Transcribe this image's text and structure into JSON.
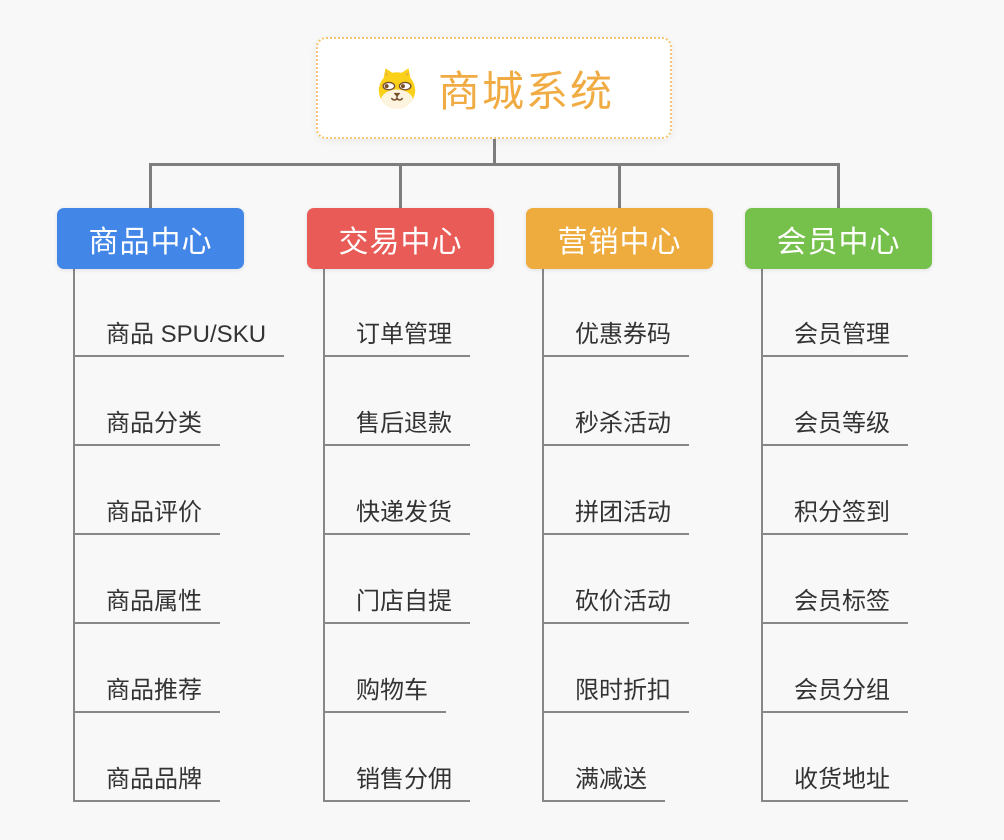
{
  "root": {
    "title": "商城系统",
    "icon": "shiba-dog-icon",
    "title_color": "#f0ab42",
    "border_color": "#f5c571"
  },
  "branches": [
    {
      "label": "商品中心",
      "color": "#4287e8",
      "children": [
        "商品 SPU/SKU",
        "商品分类",
        "商品评价",
        "商品属性",
        "商品推荐",
        "商品品牌"
      ]
    },
    {
      "label": "交易中心",
      "color": "#e85b56",
      "children": [
        "订单管理",
        "售后退款",
        "快递发货",
        "门店自提",
        "购物车",
        "销售分佣"
      ]
    },
    {
      "label": "营销中心",
      "color": "#eeac3f",
      "children": [
        "优惠券码",
        "秒杀活动",
        "拼团活动",
        "砍价活动",
        "限时折扣",
        "满减送"
      ]
    },
    {
      "label": "会员中心",
      "color": "#76c14b",
      "children": [
        "会员管理",
        "会员等级",
        "积分签到",
        "会员标签",
        "会员分组",
        "收货地址"
      ]
    }
  ],
  "colors": {
    "background": "#f8f8f8",
    "connector": "#7e7e7e",
    "leaf_line": "#878787",
    "leaf_text": "#333333"
  }
}
